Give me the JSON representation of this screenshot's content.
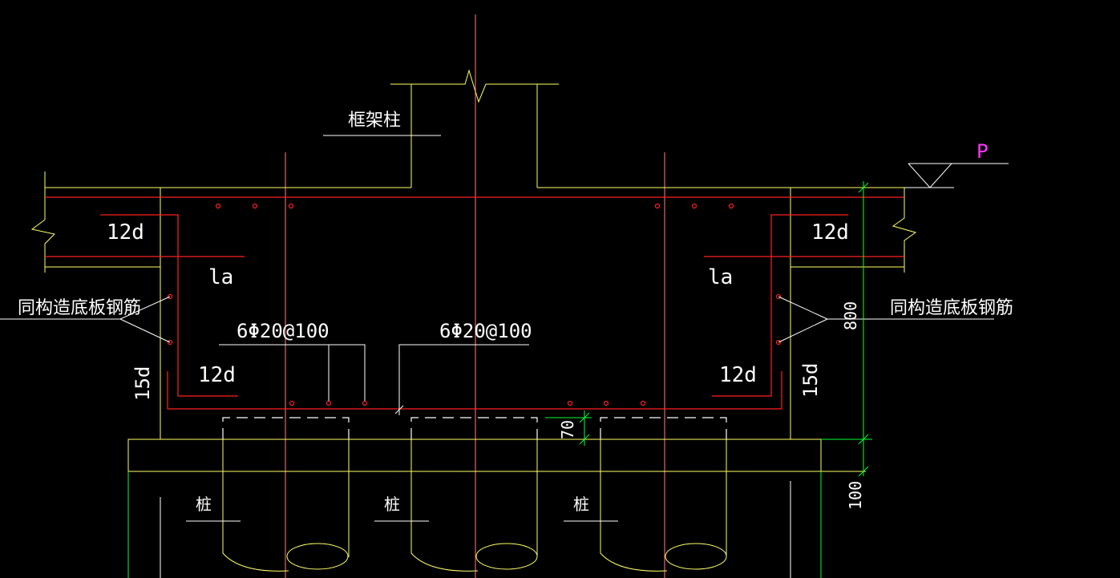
{
  "labels": {
    "frame_column": "框架柱",
    "load_p": "P",
    "anchor_12d": "12d",
    "anchor_la": "la",
    "anchor_15d": "15d",
    "slab_rebar": "同构造底板钢筋",
    "rebar_spec": "6Φ20@100",
    "pile": "桩",
    "dim_800": "800",
    "dim_70": "70",
    "dim_100": "100"
  },
  "colors": {
    "background": "#000000",
    "concrete_outline": "#ffff66",
    "rebar": "#ff2020",
    "centerline": "#ff8080",
    "text": "#ffffff",
    "dimension": "#00ff33",
    "load_marker": "#ff33ff"
  }
}
